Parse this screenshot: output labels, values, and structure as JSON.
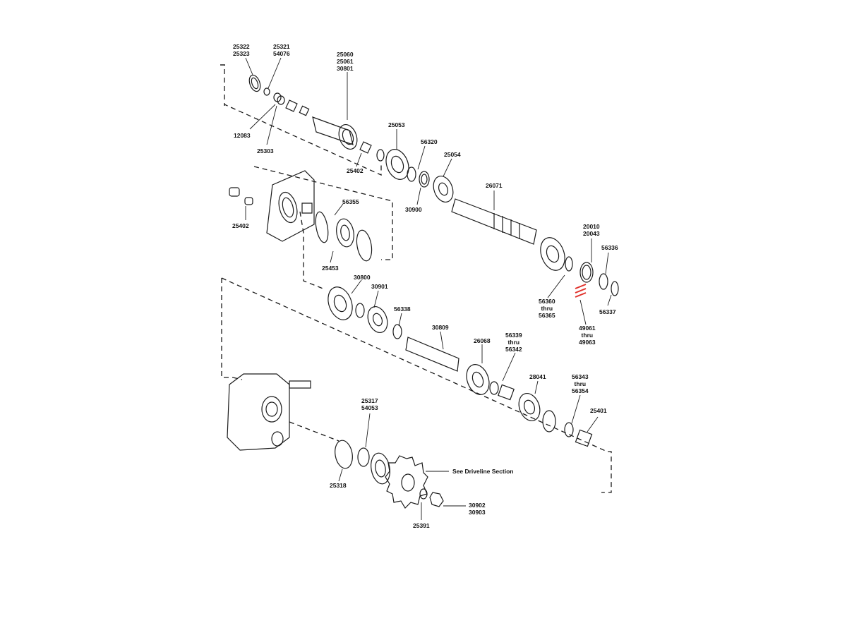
{
  "part_labels": [
    {
      "id": "p25322",
      "lines": [
        "25322",
        "25323"
      ]
    },
    {
      "id": "p25321",
      "lines": [
        "25321",
        "54076"
      ]
    },
    {
      "id": "p25060",
      "lines": [
        "25060",
        "25061",
        "30801"
      ]
    },
    {
      "id": "p12083",
      "lines": [
        "12083"
      ]
    },
    {
      "id": "p25303",
      "lines": [
        "25303"
      ]
    },
    {
      "id": "p25053",
      "lines": [
        "25053"
      ]
    },
    {
      "id": "p56320",
      "lines": [
        "56320"
      ]
    },
    {
      "id": "p25054",
      "lines": [
        "25054"
      ]
    },
    {
      "id": "p25402a",
      "lines": [
        "25402"
      ]
    },
    {
      "id": "p30900",
      "lines": [
        "30900"
      ]
    },
    {
      "id": "p26071",
      "lines": [
        "26071"
      ]
    },
    {
      "id": "p56355",
      "lines": [
        "56355"
      ]
    },
    {
      "id": "p25402b",
      "lines": [
        "25402"
      ]
    },
    {
      "id": "p20010",
      "lines": [
        "20010",
        "20043"
      ]
    },
    {
      "id": "p56336",
      "lines": [
        "56336"
      ]
    },
    {
      "id": "p25453",
      "lines": [
        "25453"
      ]
    },
    {
      "id": "p30800",
      "lines": [
        "30800"
      ]
    },
    {
      "id": "p30901",
      "lines": [
        "30901"
      ]
    },
    {
      "id": "p56360",
      "lines": [
        "56360",
        "thru",
        "56365"
      ]
    },
    {
      "id": "p56337",
      "lines": [
        "56337"
      ]
    },
    {
      "id": "p56338",
      "lines": [
        "56338"
      ]
    },
    {
      "id": "p49061",
      "lines": [
        "49061",
        "thru",
        "49063"
      ]
    },
    {
      "id": "p30809",
      "lines": [
        "30809"
      ]
    },
    {
      "id": "p56339",
      "lines": [
        "56339",
        "thru",
        "56342"
      ]
    },
    {
      "id": "p26068",
      "lines": [
        "26068"
      ]
    },
    {
      "id": "p28041",
      "lines": [
        "28041"
      ]
    },
    {
      "id": "p56343",
      "lines": [
        "56343",
        "thru",
        "56354"
      ]
    },
    {
      "id": "p25317",
      "lines": [
        "25317",
        "54053"
      ]
    },
    {
      "id": "p25401",
      "lines": [
        "25401"
      ]
    },
    {
      "id": "p25318",
      "lines": [
        "25318"
      ]
    },
    {
      "id": "p30902",
      "lines": [
        "30902",
        "30903"
      ]
    },
    {
      "id": "p25391",
      "lines": [
        "25391"
      ]
    }
  ],
  "callout": {
    "see_driveline": "See Driveline Section"
  },
  "colors": {
    "ink": "#1a1a1a",
    "highlight": "#e0302a",
    "background": "#ffffff"
  }
}
